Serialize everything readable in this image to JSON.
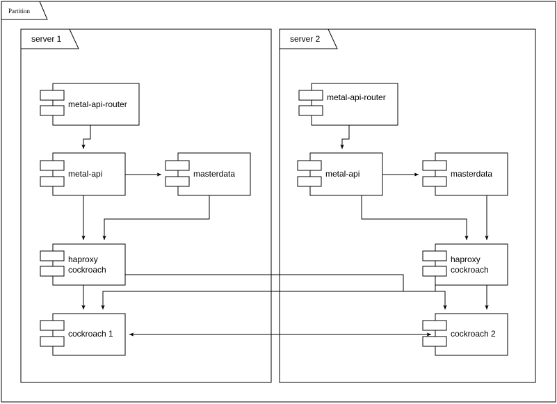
{
  "diagram": {
    "type": "uml-component-diagram",
    "partition": {
      "label": "Partition",
      "tab_font": "serif"
    },
    "colors": {
      "background": "#ffffff",
      "stroke": "#000000",
      "text": "#000000"
    },
    "servers": [
      {
        "id": "server-1",
        "label": "server 1",
        "components": [
          {
            "id": "metal-api-router-1",
            "label": "metal-api-router"
          },
          {
            "id": "metal-api-1",
            "label": "metal-api"
          },
          {
            "id": "masterdata-1",
            "label": "masterdata"
          },
          {
            "id": "haproxy-cockroach-1",
            "label_line1": "haproxy",
            "label_line2": "cockroach"
          },
          {
            "id": "cockroach-1",
            "label": "cockroach 1"
          }
        ]
      },
      {
        "id": "server-2",
        "label": "server 2",
        "components": [
          {
            "id": "metal-api-router-2",
            "label": "metal-api-router"
          },
          {
            "id": "metal-api-2",
            "label": "metal-api"
          },
          {
            "id": "masterdata-2",
            "label": "masterdata"
          },
          {
            "id": "haproxy-cockroach-2",
            "label_line1": "haproxy",
            "label_line2": "cockroach"
          },
          {
            "id": "cockroach-2",
            "label": "cockroach 2"
          }
        ]
      }
    ],
    "connections": [
      {
        "from": "metal-api-router-1",
        "to": "metal-api-1",
        "arrow": "single"
      },
      {
        "from": "metal-api-1",
        "to": "masterdata-1",
        "arrow": "single"
      },
      {
        "from": "metal-api-1",
        "to": "haproxy-cockroach-1",
        "arrow": "single"
      },
      {
        "from": "masterdata-1",
        "to": "haproxy-cockroach-1",
        "arrow": "single"
      },
      {
        "from": "haproxy-cockroach-1",
        "to": "cockroach-1",
        "arrow": "single"
      },
      {
        "from": "haproxy-cockroach-1",
        "to": "cockroach-2",
        "arrow": "single"
      },
      {
        "from": "metal-api-router-2",
        "to": "metal-api-2",
        "arrow": "single"
      },
      {
        "from": "metal-api-2",
        "to": "masterdata-2",
        "arrow": "single"
      },
      {
        "from": "metal-api-2",
        "to": "haproxy-cockroach-2",
        "arrow": "single"
      },
      {
        "from": "masterdata-2",
        "to": "haproxy-cockroach-2",
        "arrow": "single"
      },
      {
        "from": "haproxy-cockroach-2",
        "to": "cockroach-2",
        "arrow": "single"
      },
      {
        "from": "haproxy-cockroach-2",
        "to": "cockroach-1",
        "arrow": "single"
      },
      {
        "from": "cockroach-1",
        "to": "cockroach-2",
        "arrow": "double"
      }
    ]
  }
}
